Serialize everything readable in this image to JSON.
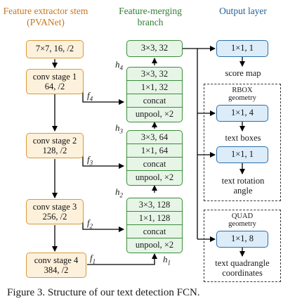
{
  "headers": {
    "stem": "Feature extractor stem (PVANet)",
    "merging": "Feature-merging branch",
    "output": "Output layer"
  },
  "stem": {
    "input": "7×7, 16, /2",
    "stages": [
      {
        "name": "conv stage 1",
        "params": "64, /2"
      },
      {
        "name": "conv stage 2",
        "params": "128, /2"
      },
      {
        "name": "conv stage 3",
        "params": "256, /2"
      },
      {
        "name": "conv stage 4",
        "params": "384, /2"
      }
    ]
  },
  "features": {
    "f1": {
      "base": "f",
      "sub": "1"
    },
    "f2": {
      "base": "f",
      "sub": "2"
    },
    "f3": {
      "base": "f",
      "sub": "3"
    },
    "f4": {
      "base": "f",
      "sub": "4"
    }
  },
  "hidden": {
    "h1": {
      "base": "h",
      "sub": "1"
    },
    "h2": {
      "base": "h",
      "sub": "2"
    },
    "h3": {
      "base": "h",
      "sub": "3"
    },
    "h4": {
      "base": "h",
      "sub": "4"
    }
  },
  "merging": {
    "top": "3×3, 32",
    "block4": [
      "3×3, 32",
      "1×1, 32",
      "concat",
      "unpool, ×2"
    ],
    "block3": [
      "3×3, 64",
      "1×1, 64",
      "concat",
      "unpool, ×2"
    ],
    "block2": [
      "3×3, 128",
      "1×1, 128",
      "concat",
      "unpool, ×2"
    ]
  },
  "output": {
    "score": {
      "conv": "1×1, 1",
      "label": "score map"
    },
    "rbox": {
      "title": "RBOX",
      "subtitle": "geometry",
      "boxes_conv": "1×1, 4",
      "boxes_label": "text boxes",
      "angle_conv": "1×1, 1",
      "angle_label": "text rotation angle"
    },
    "quad": {
      "title": "QUAD",
      "subtitle": "geometry",
      "conv": "1×1, 8",
      "label": "text quadrangle coordinates"
    }
  },
  "caption": "Figure 3. Structure of our text detection FCN.",
  "colors": {
    "orange_fill": "#fdf1dc",
    "orange_border": "#d79a3a",
    "green_fill": "#e6f5e6",
    "green_border": "#3c8c3c",
    "blue_fill": "#dcecf8",
    "blue_border": "#2d6fa8"
  }
}
